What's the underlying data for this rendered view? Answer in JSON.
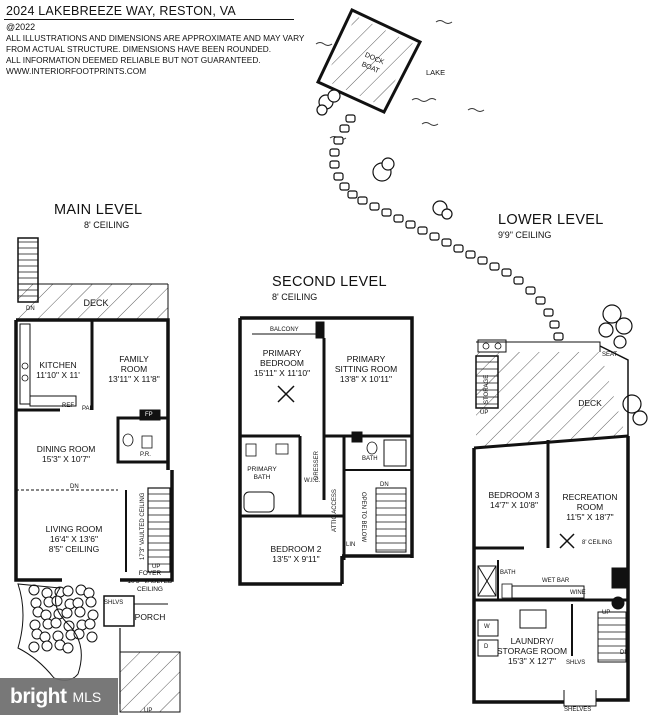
{
  "header": {
    "address": "2024 LAKEBREEZE WAY, RESTON, VA",
    "copyright": "@2022",
    "disclaimer": [
      "ALL ILLUSTRATIONS AND DIMENSIONS ARE APPROXIMATE AND MAY VARY",
      "FROM ACTUAL STRUCTURE. DIMENSIONS HAVE BEEN ROUNDED.",
      "ALL INFORMATION DEEMED RELIABLE BUT NOT GUARANTEED.",
      "WWW.INTERIORFOOTPRINTS.COM"
    ]
  },
  "site": {
    "dock": "DOCK\nBOAT",
    "lake": "LAKE"
  },
  "main_level": {
    "title": "MAIN LEVEL",
    "ceiling": "8' CEILING",
    "rooms": {
      "deck": "DECK",
      "kitchen": "KITCHEN\n11'10\" X 11'",
      "family": "FAMILY\nROOM\n13'11\" X 11'8\"",
      "dining": "DINING ROOM\n15'3\" X 10'7\"",
      "living": "LIVING ROOM\n16'4\" X 13'6\"\n8'5\" CEILING",
      "foyer": "FOYER\n10'3\" VAULTED\nCEILING",
      "porch": "PORCH"
    },
    "labels": {
      "fp": "FP",
      "pr": "P.R.",
      "ref": "REF",
      "pan": "PAN",
      "shlvs": "SHLVS",
      "vaulted": "17'3\" VAULTED CEILING",
      "dn": "DN",
      "up": "UP"
    }
  },
  "second_level": {
    "title": "SECOND LEVEL",
    "ceiling": "8' CEILING",
    "rooms": {
      "balcony": "BALCONY",
      "primary_bed": "PRIMARY\nBEDROOM\n15'11\" X 11'10\"",
      "sitting": "PRIMARY\nSITTING ROOM\n13'8\" X 10'11\"",
      "bath": "BATH",
      "primary_bath": "PRIMARY\nBATH",
      "bedroom2": "BEDROOM 2\n13'5\" X 9'11\""
    },
    "labels": {
      "wic": "W.I.C.",
      "dresser": "DRESSER",
      "attic": "ATTIC ACCESS",
      "open": "OPEN TO BELOW",
      "lin": "LIN",
      "dn": "DN"
    }
  },
  "lower_level": {
    "title": "LOWER LEVEL",
    "ceiling": "9'9\" CEILING",
    "rooms": {
      "deck": "DECK",
      "bedroom3": "BEDROOM 3\n14'7\" X 10'8\"",
      "recreation": "RECREATION\nROOM\n11'5\" X 18'7\"",
      "bath": "BATH",
      "wet_bar": "WET BAR",
      "laundry": "LAUNDRY/\nSTORAGE ROOM\n15'3\" X 12'7\""
    },
    "labels": {
      "storage": "STORAGE",
      "seat": "SEAT",
      "ceil8": "8' CEILING",
      "wine": "WINE",
      "shlvs": "SHLVS",
      "shelves": "SHELVES",
      "up": "UP",
      "dn": "DN",
      "w": "W",
      "d": "D"
    }
  },
  "watermark": {
    "brand": "bright",
    "suffix": "MLS"
  }
}
